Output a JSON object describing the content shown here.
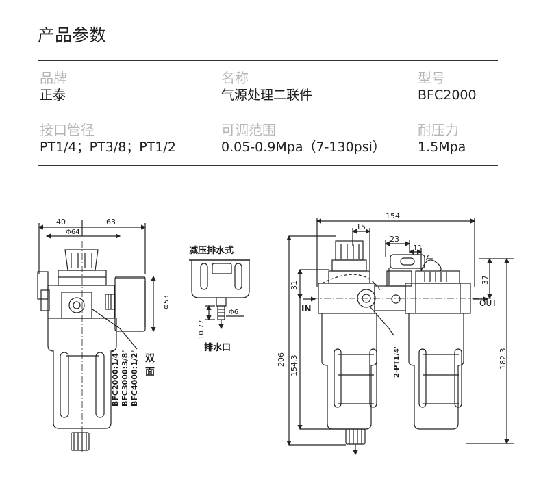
{
  "page_title": "产品参数",
  "specs": [
    {
      "label": "品牌",
      "value": "正泰"
    },
    {
      "label": "名称",
      "value": "气源处理二联件"
    },
    {
      "label": "型号",
      "value": "BFC2000"
    },
    {
      "label": "接口管径",
      "value": "PT1/4；PT3/8；PT1/2"
    },
    {
      "label": "可调范围",
      "value": "0.05-0.9Mpa（7-130psi）"
    },
    {
      "label": "耐压力",
      "value": "1.5Mpa"
    }
  ],
  "drawing": {
    "front": {
      "dim_40": "40",
      "dim_63": "63",
      "dim_phi64": "Φ64",
      "dim_phi53": "Φ53",
      "model_line_1": "BFC2000:1/4\"",
      "model_line_2": "BFC3000:3/8\"",
      "model_line_3": "BFC4000:1/2\"",
      "side_note": "双面"
    },
    "drain": {
      "title": "减压排水式",
      "dim_1077": "10.77",
      "dim_phi6": "Φ6",
      "outlet_label": "排水口"
    },
    "side": {
      "dim_154": "154",
      "dim_15": "15",
      "dim_23": "23",
      "dim_11": "11",
      "dim_7": "7",
      "dim_31": "31",
      "dim_37": "37",
      "dim_206": "206",
      "dim_1543": "154.3",
      "dim_1823": "182.3",
      "port_label": "2-PT1/4\"",
      "in_label": "IN",
      "out_label": "OUT"
    }
  }
}
